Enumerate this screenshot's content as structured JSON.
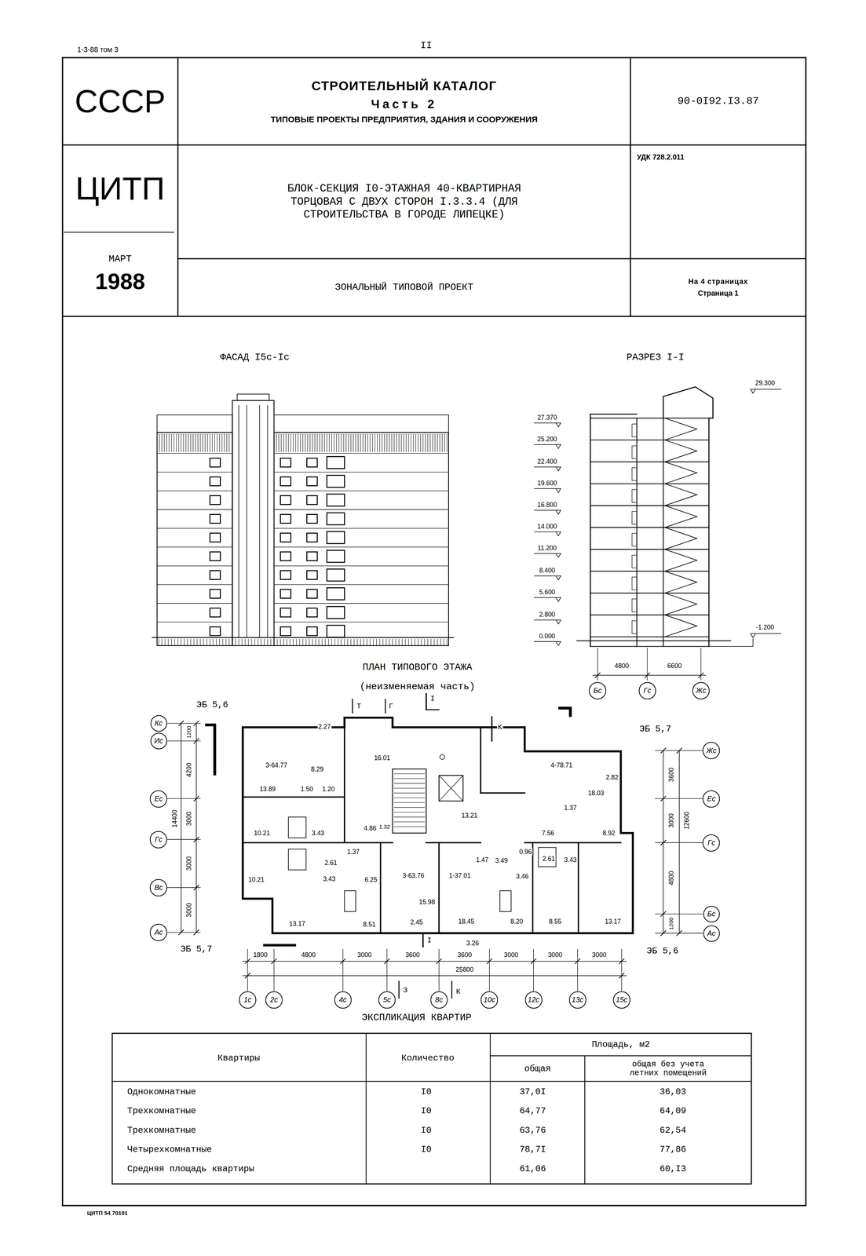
{
  "diagram": {
    "nodes": [
      {
        "text": [
          "СССР"
        ]
      },
      {
        "text": [
          "СТРОИТЕЛЬНЫЙ КАТАЛОГ",
          "Часть 2",
          "ТИПОВЫЕ ПРОЕКТЫ ПРЕДПРИЯТИЯ, ЗДАНИЯ И СООРУЖЕНИЯ"
        ]
      },
      {
        "text": [
          "90-0I92.I3.87"
        ]
      },
      {
        "text": [
          "ЦИТП"
        ]
      },
      {
        "text": [
          "БЛОК-СЕКЦИЯ I0-ЭТАЖНАЯ 40-КВАРТИРНАЯ ТОРЦОВАЯ С ДВУХ СТОРОН I.3.3.4 (ДЛЯ СТРОИТЕЛЬСТВА В ГОРОДЕ ЛИПЕЦКЕ)"
        ]
      },
      {
        "text": [
          "УДК 728.2.011"
        ]
      },
      {
        "text": [
          "МАРТ",
          "1988"
        ]
      },
      {
        "text": [
          "ЗОНАЛЬНЫЙ ТИПОВОЙ ПРОЕКТ"
        ]
      },
      {
        "text": [
          "На 4 страницах",
          "Страница 1"
        ]
      },
      {
        "text": [
          "Бс"
        ]
      },
      {
        "text": [
          "Гс"
        ]
      },
      {
        "text": [
          "Жс"
        ]
      },
      {
        "text": [
          "Кс"
        ]
      },
      {
        "text": [
          "Ис"
        ]
      },
      {
        "text": [
          "Ес"
        ]
      },
      {
        "text": [
          "Гс"
        ]
      },
      {
        "text": [
          "Вс"
        ]
      },
      {
        "text": [
          "Ас"
        ]
      },
      {
        "text": [
          "Жс"
        ]
      },
      {
        "text": [
          "Ес"
        ]
      },
      {
        "text": [
          "Гс"
        ]
      },
      {
        "text": [
          "Бс"
        ]
      },
      {
        "text": [
          "Ас"
        ]
      },
      {
        "text": [
          "1с"
        ]
      },
      {
        "text": [
          "2с"
        ]
      },
      {
        "text": [
          "4с"
        ]
      },
      {
        "text": [
          "5с"
        ]
      },
      {
        "text": [
          "8с"
        ]
      },
      {
        "text": [
          "10с"
        ]
      },
      {
        "text": [
          "12с"
        ]
      },
      {
        "text": [
          "13с"
        ]
      },
      {
        "text": [
          "15с"
        ]
      }
    ],
    "labels": [
      "1-3-88 том 3",
      "II",
      "ФАСАД I5с-Iс",
      "РАЗРЕЗ I-I",
      "29.300",
      "27.370",
      "25.200",
      "22.400",
      "19.600",
      "16.800",
      "14.000",
      "11.200",
      "8.400",
      "5.600",
      "2.800",
      "0.000",
      "-1.200",
      "4800",
      "6600",
      "ПЛАН ТИПОВОГО ЭТАЖА",
      "(неизменяемая часть)",
      "ЭБ 5,6",
      "Т",
      "Г",
      "I",
      "К",
      "ЭБ 5,7",
      "3-64.77",
      "2.27",
      "8.29",
      "16.01",
      "4-78.71",
      "2.82",
      "13.89",
      "1.50",
      "1.20",
      "18.03",
      "1.37",
      "13.21",
      "4.86",
      "1.32",
      "3.43",
      "10.21",
      "7.56",
      "8.92",
      "1.37",
      "0.96",
      "2.61",
      "3.49",
      "1.47",
      "2.61",
      "3.43",
      "10.21",
      "3.43",
      "6.25",
      "3-63.76",
      "1-37.01",
      "3.46",
      "15.98",
      "13.17",
      "8.51",
      "2.45",
      "18.45",
      "8.20",
      "8.55",
      "13.17",
      "I",
      "3.26",
      "1200",
      "4200",
      "3000",
      "14400",
      "3000",
      "3000",
      "3600",
      "3000",
      "12600",
      "4800",
      "1200",
      "ЭБ 5,7",
      "ЭБ 5,6",
      "1800",
      "4800",
      "3000",
      "3600",
      "3600",
      "3000",
      "3000",
      "3000",
      "25800",
      "З",
      "К",
      "ЭКСПЛИКАЦИЯ КВАРТИР",
      "Квартиры",
      "Количество",
      "Площадь, м2",
      "общая",
      "общая без учета летних помещений",
      "Однокомнатные",
      "I0",
      "37,0I",
      "36,03",
      "Трехкомнатные",
      "I0",
      "64,77",
      "64,09",
      "Трехкомнатные",
      "I0",
      "63,76",
      "62,54",
      "Четырехкомнатные",
      "I0",
      "78,7I",
      "77,86",
      "Средняя площадь квартиры",
      "61,06",
      "60,I3",
      "ЦИТП 54 70101"
    ]
  }
}
